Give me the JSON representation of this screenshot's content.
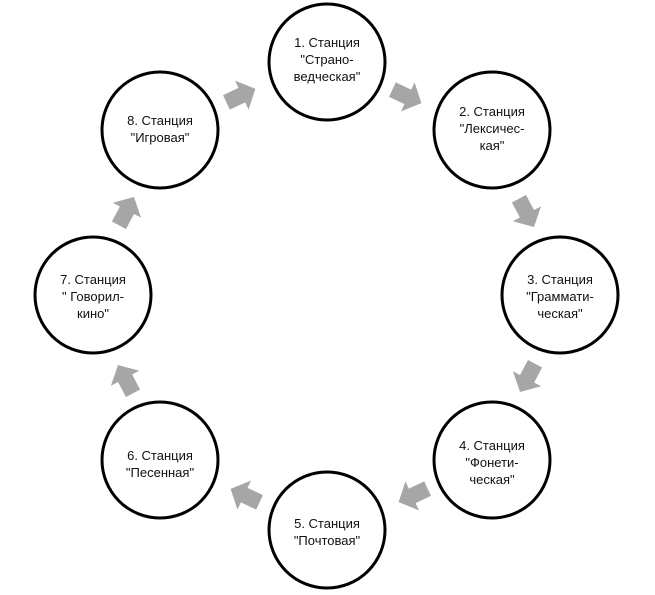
{
  "diagram": {
    "arrow_color": "#a6a6a6",
    "stroke_color": "#000000",
    "stations": [
      {
        "lines": [
          "1. Станция",
          "\"Страно-",
          "ведческая\""
        ]
      },
      {
        "lines": [
          "2. Станция",
          "\"Лексичес-",
          "кая\""
        ]
      },
      {
        "lines": [
          "3. Станция",
          "\"Граммати-",
          "ческая\""
        ]
      },
      {
        "lines": [
          "4. Станция",
          "\"Фонети-",
          "ческая\""
        ]
      },
      {
        "lines": [
          "5. Станция",
          "\"Почтовая\""
        ]
      },
      {
        "lines": [
          "6. Станция",
          "\"Песенная\""
        ]
      },
      {
        "lines": [
          "7. Станция",
          "\" Говорил-",
          "кино\""
        ]
      },
      {
        "lines": [
          "8. Станция",
          "\"Игровая\""
        ]
      }
    ]
  }
}
